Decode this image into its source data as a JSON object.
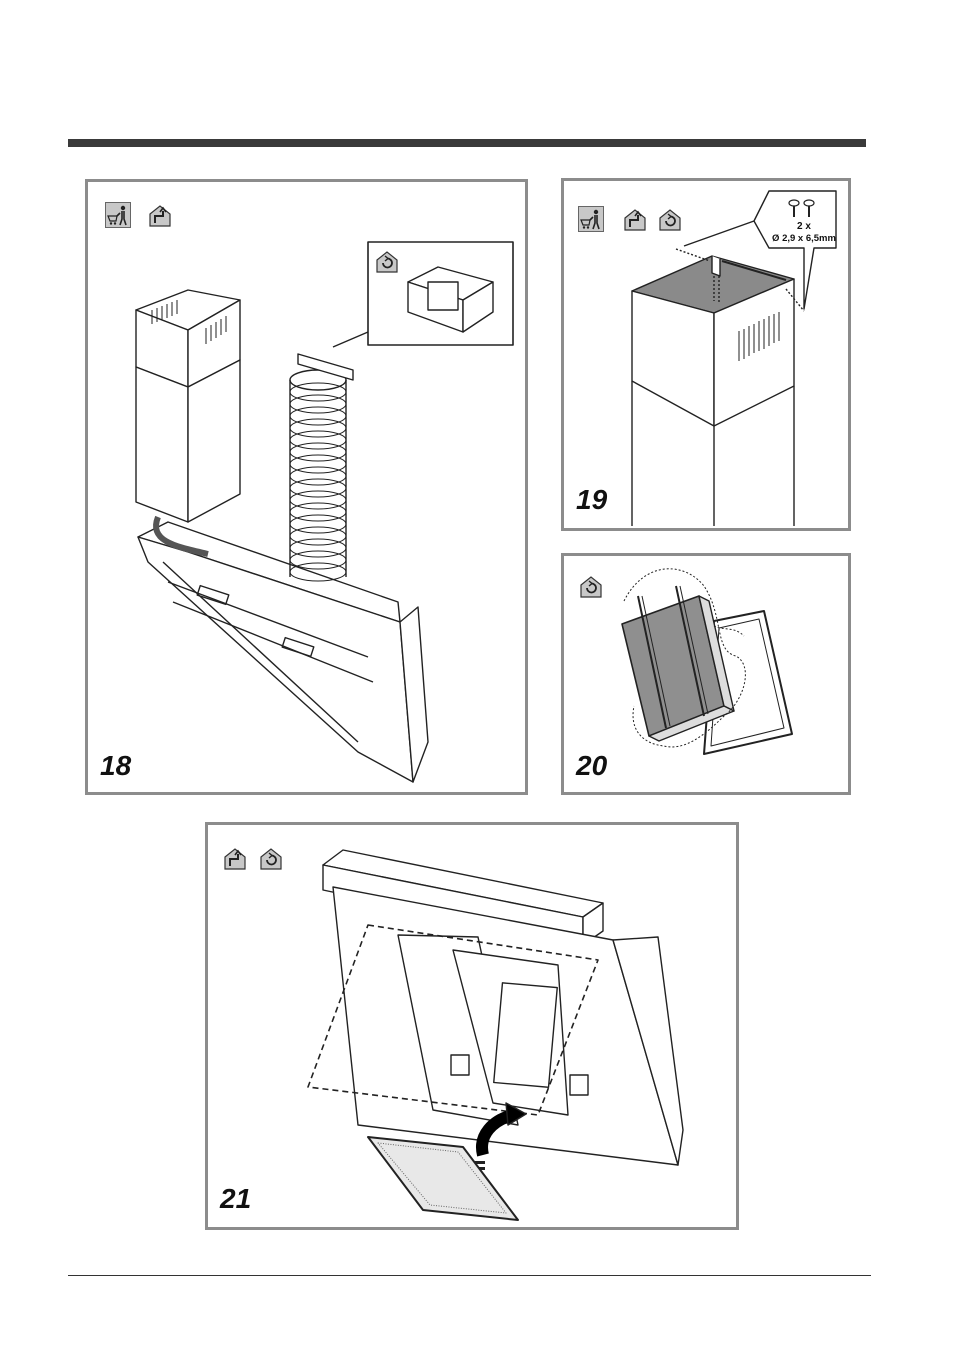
{
  "figures": [
    {
      "id": "fig18",
      "number": "18",
      "icons": [
        "cart-person-icon",
        "ducted-house-icon"
      ]
    },
    {
      "id": "fig19",
      "number": "19",
      "icons": [
        "cart-person-icon",
        "ducted-house-icon",
        "recirculation-house-icon"
      ],
      "callout": {
        "qty": "2 x",
        "spec": "Ø 2,9 x 6,5mm",
        "icon": "screw-icon"
      }
    },
    {
      "id": "fig20",
      "number": "20",
      "icons": [
        "recirculation-house-icon"
      ]
    },
    {
      "id": "fig21",
      "number": "21",
      "icons": [
        "ducted-house-icon",
        "recirculation-house-icon"
      ]
    }
  ],
  "colors": {
    "frame": "#8c8c8c",
    "bar": "#3a3a3a",
    "icon_fill": "#c8c8c8"
  }
}
